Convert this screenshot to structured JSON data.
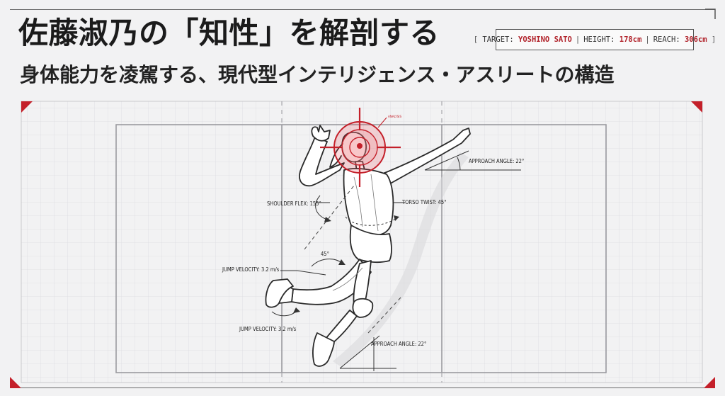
{
  "title": "佐藤淑乃の「知性」を解剖する",
  "subtitle": "身体能力を凌駕する、現代型インテリジェンス・アスリートの構造",
  "info": {
    "bracket_open": "[",
    "target_label": "TARGET:",
    "target_value": "YOSHINO SATO",
    "height_label": "HEIGHT:",
    "height_value": "178cm",
    "reach_label": "REACH:",
    "reach_value": "306cm",
    "separator": "|",
    "bracket_close": "]"
  },
  "annotations": {
    "approach_angle_top": "APPROACH ANGLE: 22°",
    "shoulder_flex": "SHOULDER FLEX: 155°",
    "torso_twist": "TORSO TWIST: 45°",
    "angle_45": "45°",
    "jump_velocity_upper": "JUMP VELOCITY: 3.2 m/s",
    "jump_velocity_lower": "JUMP VELOCITY: 3.2 m/s",
    "approach_angle_bottom": "APPROACH ANGLE: 22°",
    "target_tag": "ANALYSIS"
  },
  "colors": {
    "accent": "#c4202a",
    "ink": "#1b1b1b",
    "grid": "#d6d6d9",
    "background": "#f2f2f3"
  }
}
